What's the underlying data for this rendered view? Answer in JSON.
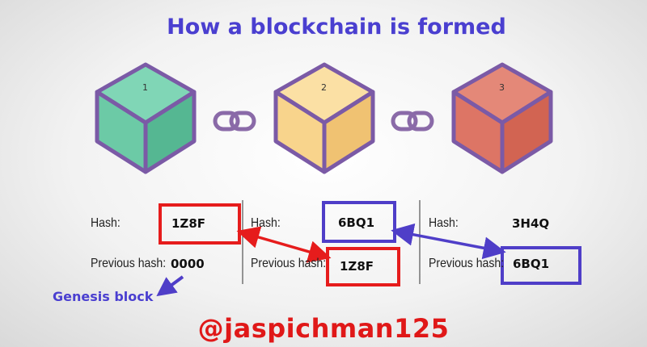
{
  "title": "How a blockchain is formed",
  "blocks": [
    {
      "number": "1",
      "hash_label": "Hash:",
      "hash": "1Z8F",
      "prev_label": "Previous hash:",
      "prev_hash": "0000",
      "colors": {
        "top": "#80d6b6",
        "left": "#6ccaa6",
        "right": "#55b792"
      }
    },
    {
      "number": "2",
      "hash_label": "Hash:",
      "hash": "6BQ1",
      "prev_label": "Previous hash:",
      "prev_hash": "1Z8F",
      "colors": {
        "top": "#fbe0a4",
        "left": "#f8d48c",
        "right": "#f0c272"
      }
    },
    {
      "number": "3",
      "hash_label": "Hash:",
      "hash": "3H4Q",
      "prev_label": "Previous hash:",
      "prev_hash": "6BQ1",
      "colors": {
        "top": "#e48878",
        "left": "#dd7565",
        "right": "#d26452"
      }
    }
  ],
  "genesis_label": "Genesis block",
  "watermark": "@jaspichman125",
  "colors": {
    "outline": "#7b5aa6",
    "link": "#8a6aa8",
    "red": "#e61c1c",
    "blue": "#4f3ec8",
    "title": "#4a3fd0"
  },
  "icons": [
    "cube-icon",
    "chain-link-icon",
    "arrow-icon"
  ]
}
